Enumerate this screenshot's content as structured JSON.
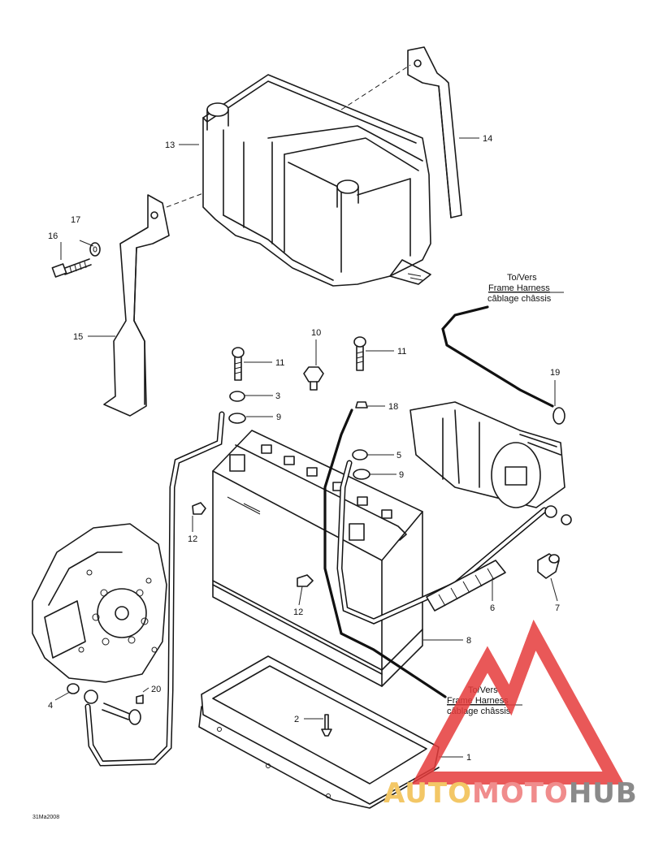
{
  "callouts": {
    "c1": "1",
    "c2": "2",
    "c3": "3",
    "c4": "4",
    "c5": "5",
    "c6": "6",
    "c7": "7",
    "c8": "8",
    "c9a": "9",
    "c9b": "9",
    "c10": "10",
    "c11a": "11",
    "c11b": "11",
    "c12a": "12",
    "c12b": "12",
    "c13": "13",
    "c14": "14",
    "c15": "15",
    "c16": "16",
    "c17": "17",
    "c18": "18",
    "c19": "19",
    "c20": "20"
  },
  "notes": {
    "top": {
      "line1": "To/Vers",
      "line2": "Frame Harness",
      "line3": "câblage châssis"
    },
    "bottom": {
      "line1": "To/Vers",
      "line2": "Frame Harness",
      "line3": "câblage châssis"
    }
  },
  "drawing_code": "31Ma2008",
  "watermark": {
    "part1": "AUTO",
    "part2": "MOTO",
    "part3": "HUB",
    "color_auto": "#f3c766",
    "color_moto": "#f08c8c",
    "color_hub": "#8a8a8a",
    "color_logo": "#e63b3b"
  }
}
